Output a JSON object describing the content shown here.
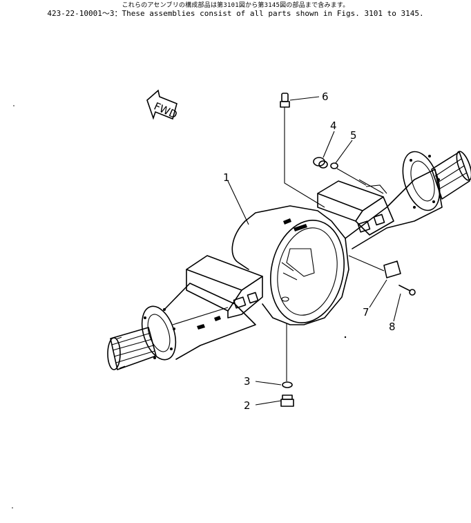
{
  "header": {
    "japanese_note": "これらのアセンブリの構成部品は第3101図から第3145図の部品まで含みます。",
    "english_note": "423-22-10001～3：These assemblies consist of all parts shown in Figs. 3101 to 3145."
  },
  "fwd_label": "FWD",
  "callouts": [
    {
      "id": "1",
      "label": "1"
    },
    {
      "id": "2",
      "label": "2"
    },
    {
      "id": "3",
      "label": "3"
    },
    {
      "id": "4",
      "label": "4"
    },
    {
      "id": "5",
      "label": "5"
    },
    {
      "id": "6",
      "label": "6"
    },
    {
      "id": "7",
      "label": "7"
    },
    {
      "id": "8",
      "label": "8"
    }
  ]
}
